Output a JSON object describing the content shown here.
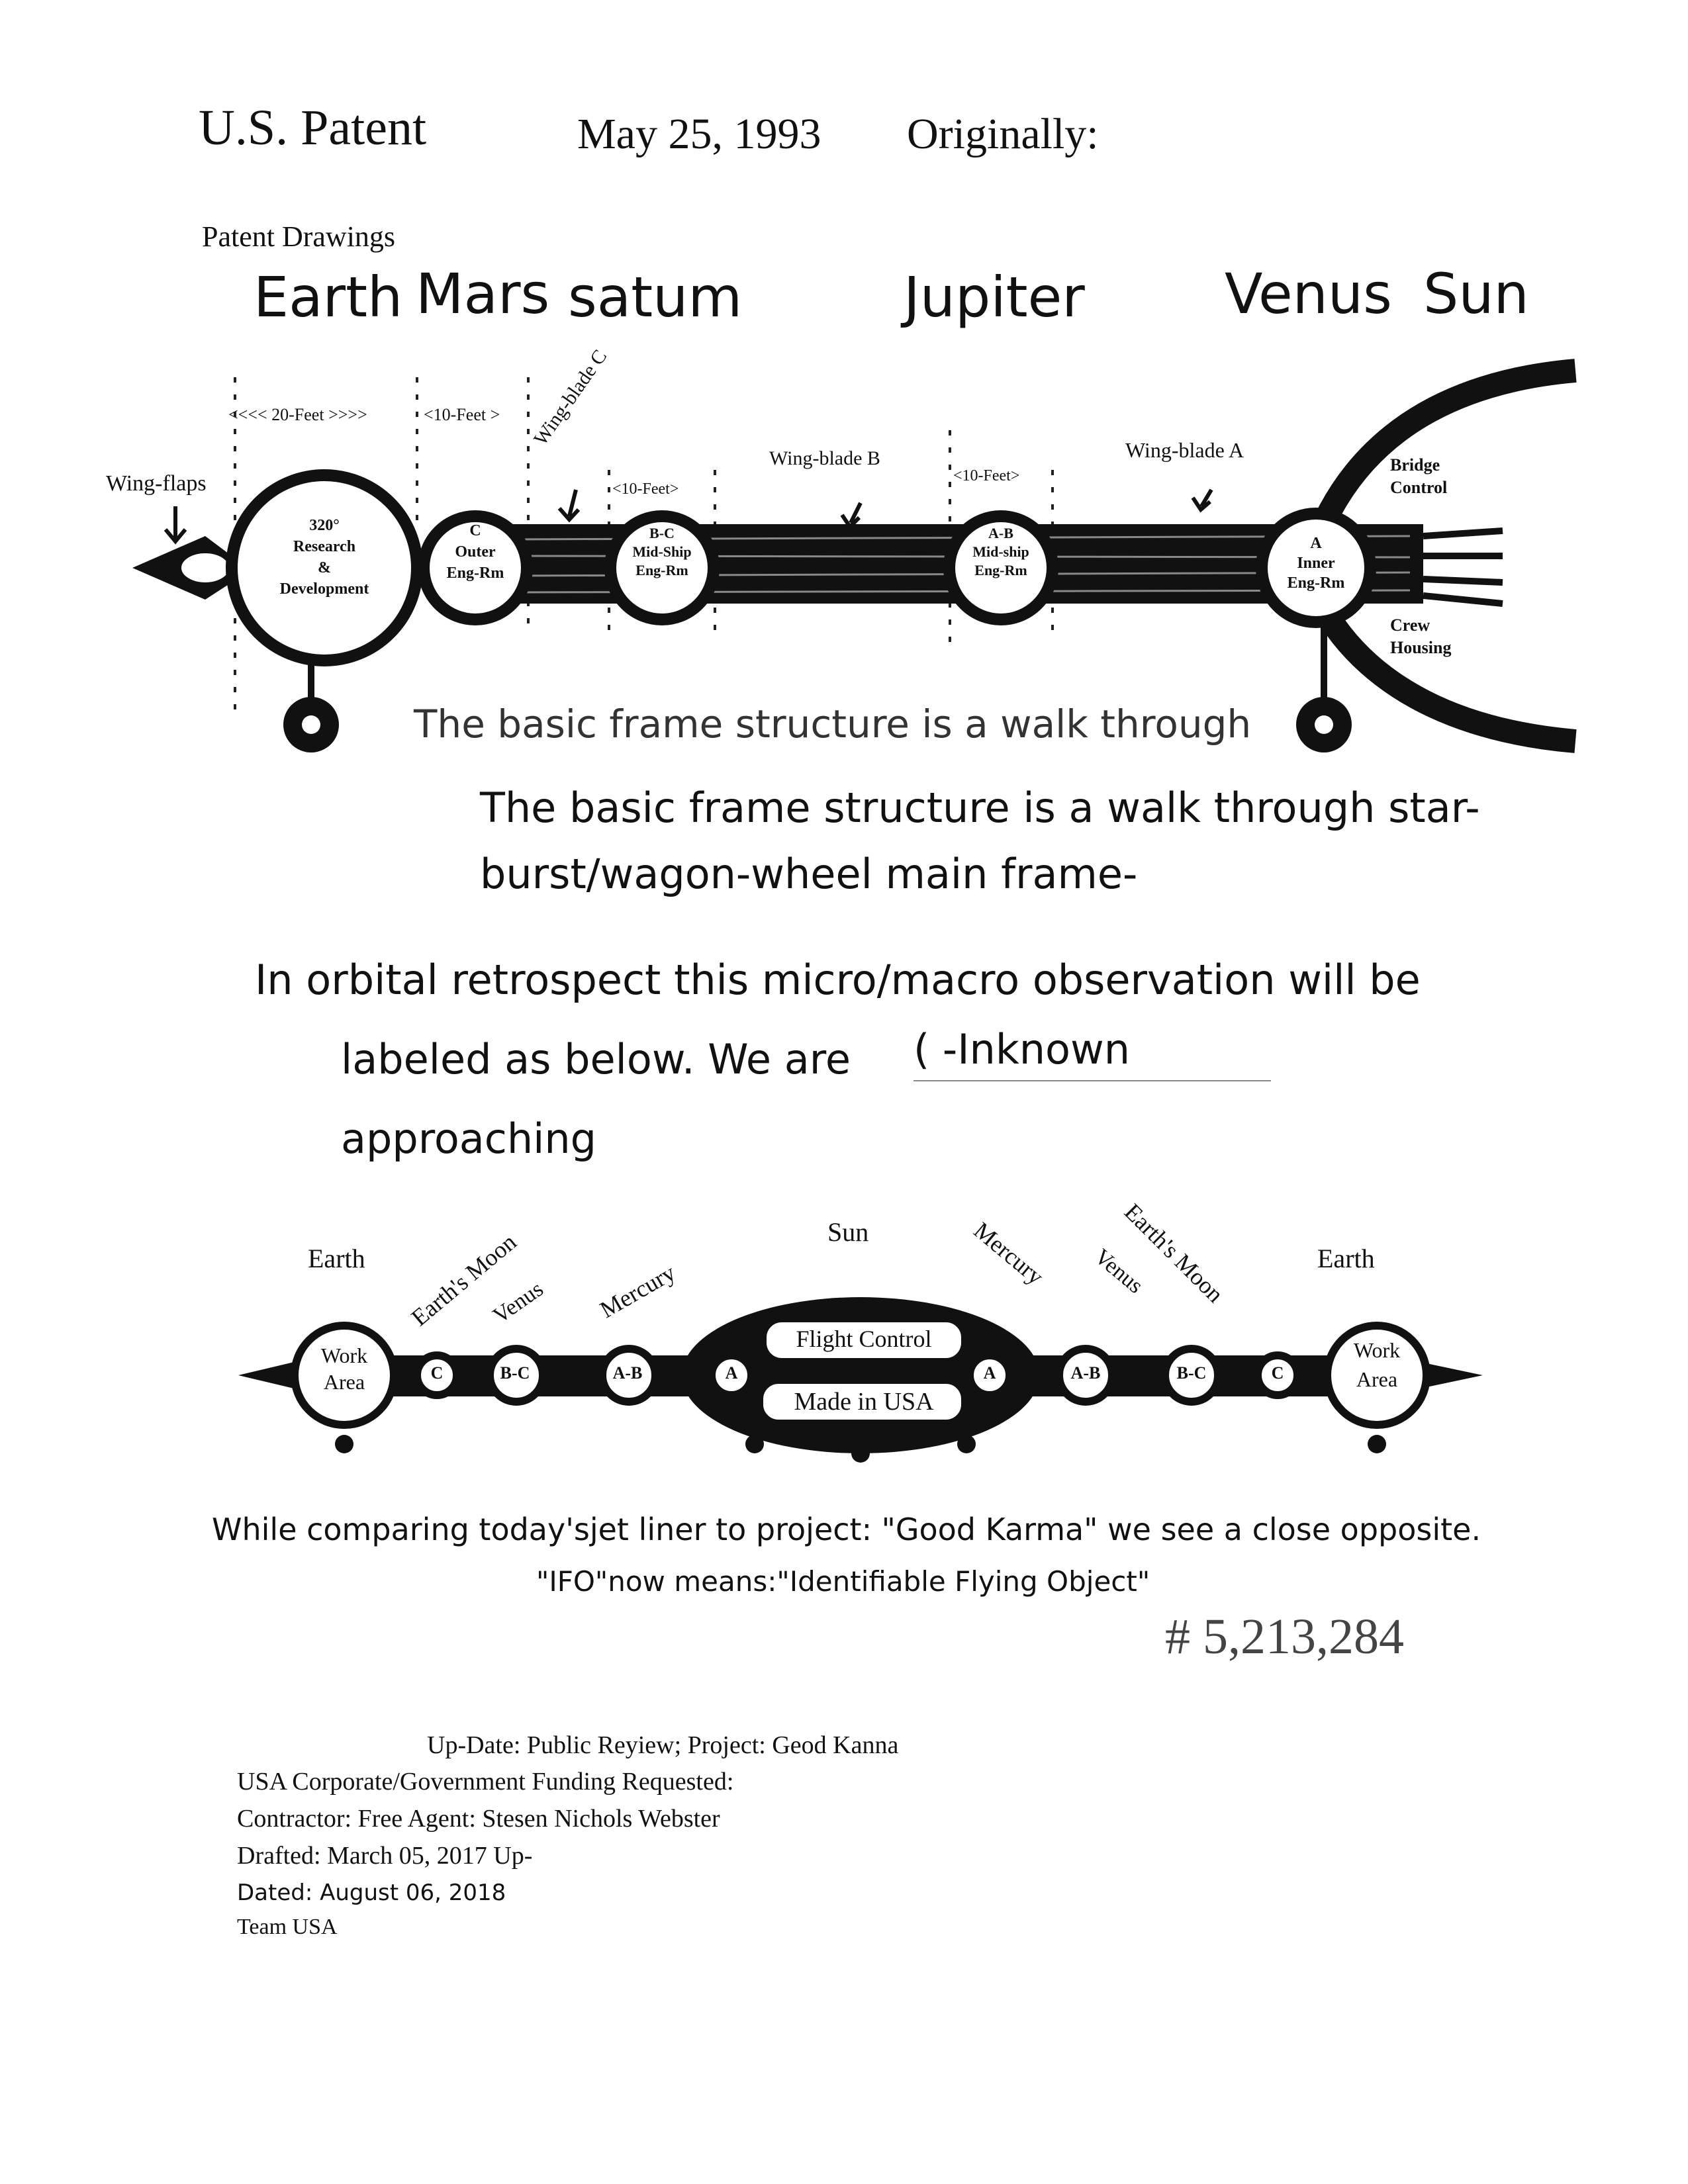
{
  "header": {
    "title": "U.S. Patent",
    "date": "May 25, 1993",
    "originally": "Originally:",
    "subtitle": "Patent Drawings"
  },
  "planets_row": [
    "Earth",
    "Mars",
    "satum",
    "Jupiter",
    "Venus",
    "Sun"
  ],
  "ship_diagram": {
    "dims": [
      "<<<< 20-Feet >>>>",
      "<10-Feet >",
      "<10-Feet>",
      "<10-Feet>"
    ],
    "wing_flaps": "Wing-flaps",
    "wing_blade_c": "Wing-blade C",
    "wing_blade_b": "Wing-blade B",
    "wing_blade_a": "Wing-blade A",
    "pod_rd": [
      "320°",
      "Research",
      "&",
      "Development"
    ],
    "pod_c": [
      "C",
      "Outer",
      "Eng-Rm"
    ],
    "pod_bc": [
      "B-C",
      "Mid-Ship",
      "Eng-Rm"
    ],
    "pod_ab": [
      "A-B",
      "Mid-ship",
      "Eng-Rm"
    ],
    "pod_a": [
      "A",
      "Inner",
      "Eng-Rm"
    ],
    "bridge": [
      "Bridge",
      "Control"
    ],
    "crew": [
      "Crew",
      "Housing"
    ],
    "caption": "The basic frame structure is a walk through"
  },
  "frame_text": {
    "line1": "The basic frame structure is a walk through star-",
    "line2": "burst/wagon-wheel main frame-"
  },
  "orbital_text": {
    "line1": "In orbital retrospect this micro/macro observation will be",
    "line2": "labeled as below. We are",
    "line3": "approaching",
    "unknown": "( -Inknown"
  },
  "ship2_diagram": {
    "top_labels": [
      "Earth",
      "Earth's Moon",
      "Venus",
      "Mercury",
      "Sun",
      "Mercury",
      "Venus",
      "Earth's Moon",
      "Earth"
    ],
    "work_area": [
      "Work",
      "Area"
    ],
    "pods": [
      "C",
      "B-C",
      "A-B",
      "A",
      "A",
      "A-B",
      "B-C",
      "C"
    ],
    "flight_control": "Flight Control",
    "made_in": "Made in USA"
  },
  "comparison": {
    "line1": "While comparing today'sjet liner to project: \"Good Karma\" we see a close opposite.",
    "line2": "\"IFO\"now means:\"Identifiable Flying Object\""
  },
  "patent_number": "# 5,213,284",
  "footer": {
    "line1": "Up-Date: Public Reyiew; Project: Geod Kanna",
    "line2": "USA Corporate/Government Funding Requested:",
    "line3": "Contractor: Free Agent: Stesen Nichols Webster",
    "line4": "Drafted: March 05, 2017 Up-",
    "line5": "Dated: August 06, 2018",
    "line6": "Team USA"
  }
}
